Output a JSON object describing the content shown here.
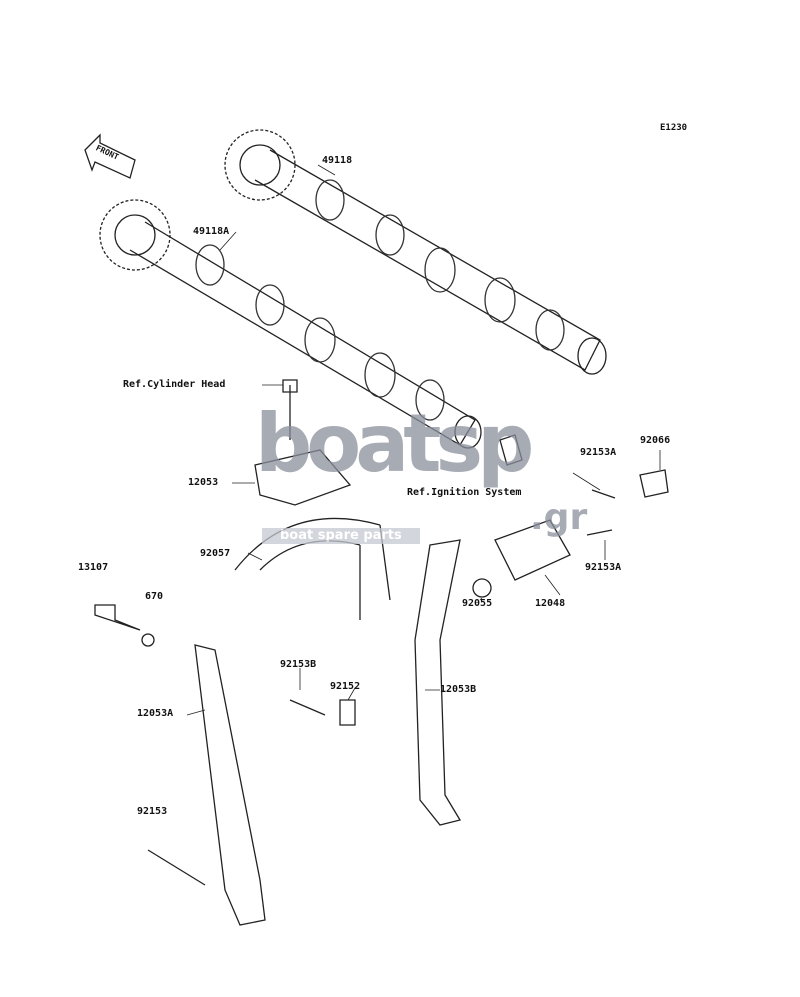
{
  "diagram_code": "E1230",
  "front_arrow": "FRONT",
  "refs": {
    "cylinder_head": "Ref.Cylinder Head",
    "ignition": "Ref.Ignition System"
  },
  "parts": {
    "p49118": "49118",
    "p49118A": "49118A",
    "p12053": "12053",
    "p92153A_1": "92153A",
    "p92066": "92066",
    "p92057": "92057",
    "p13107": "13107",
    "p670": "670",
    "p12048": "12048",
    "p92153A_2": "92153A",
    "p92055": "92055",
    "p92153B": "92153B",
    "p92152": "92152",
    "p12053B": "12053B",
    "p12053A": "12053A",
    "p92153": "92153"
  },
  "watermark": {
    "brand": "boatsp",
    "tld": ".gr",
    "tagline": "boat spare parts"
  }
}
